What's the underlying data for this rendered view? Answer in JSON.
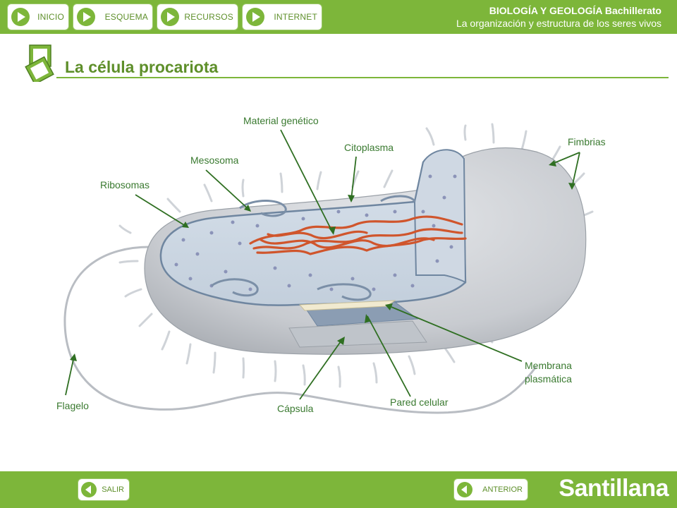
{
  "nav": {
    "inicio": "INICIO",
    "esquema": "ESQUEMA",
    "recursos": "RECURSOS",
    "internet": "INTERNET"
  },
  "course": {
    "subject": "BIOLOGÍA Y GEOLOGÍA Bachillerato",
    "unit": "La organización y estructura de los seres vivos"
  },
  "page": {
    "title": "La célula procariota"
  },
  "labels": {
    "material_genetico": "Material genético",
    "citoplasma": "Citoplasma",
    "fimbrias": "Fimbrias",
    "mesosoma": "Mesosoma",
    "ribosomas": "Ribosomas",
    "membrana_line1": "Membrana",
    "membrana_line2": "plasmática",
    "pared_celular": "Pared celular",
    "capsula": "Cápsula",
    "flagelo": "Flagelo"
  },
  "footer": {
    "salir": "SALIR",
    "anterior": "ANTERIOR",
    "brand": "Santillana"
  },
  "colors": {
    "bar_green": "#7db63a",
    "text_green": "#5e8f2a",
    "label_green": "#3a7a30"
  }
}
